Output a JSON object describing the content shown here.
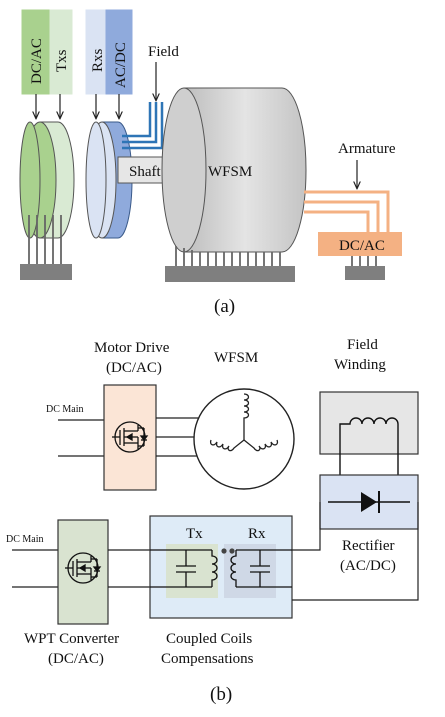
{
  "part_a": {
    "tx_labels": [
      "DC/AC",
      "Txs"
    ],
    "rx_labels": [
      "Rxs",
      "AC/DC"
    ],
    "field": "Field",
    "shaft": "Shaft",
    "machine": "WFSM",
    "armature": "Armature",
    "converter": "DC/AC",
    "caption": "(a)"
  },
  "part_b": {
    "dc_main_1": "DC Main",
    "dc_main_2": "DC Main",
    "motor_drive": [
      "Motor Drive",
      "(DC/AC)"
    ],
    "wfsm": "WFSM",
    "field_winding": [
      "Field",
      "Winding"
    ],
    "rectifier": [
      "Rectifier",
      "(AC/DC)"
    ],
    "tx": "Tx",
    "rx": "Rx",
    "wpt_converter": [
      "WPT Converter",
      "(DC/AC)"
    ],
    "coupled_coils": [
      "Coupled Coils",
      "Compensations"
    ],
    "caption": "(b)"
  },
  "colors": {
    "tx_green": "#a9d18e",
    "tx_light": "#d9ead3",
    "rx_light": "#dae3f3",
    "rx_blue": "#8faadc",
    "field_blue": "#2e75b6",
    "armature_orange": "#f4b183",
    "motor_drive_fill": "#fbe5d6",
    "wpt_fill": "#d9e3d0",
    "coils_fill": "#deebf7",
    "rectifier_fill": "#dae3f3",
    "cylinder_gray": "#d0d0d0"
  }
}
